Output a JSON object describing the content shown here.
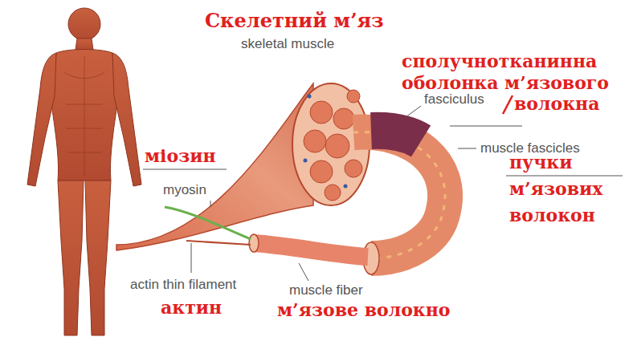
{
  "diagram": {
    "labels": [
      "Скелетний м’яз",
      "skeletal muscle",
      "сполучнотканинна",
      "оболонка м’язового",
      "fasciculus",
      "волокна",
      "muscle fascicles",
      "пучки м’язових волокон",
      "міозин",
      "myosin",
      "actin thin filament",
      "актин",
      "м’язове волокно",
      "muscle fiber"
    ]
  }
}
